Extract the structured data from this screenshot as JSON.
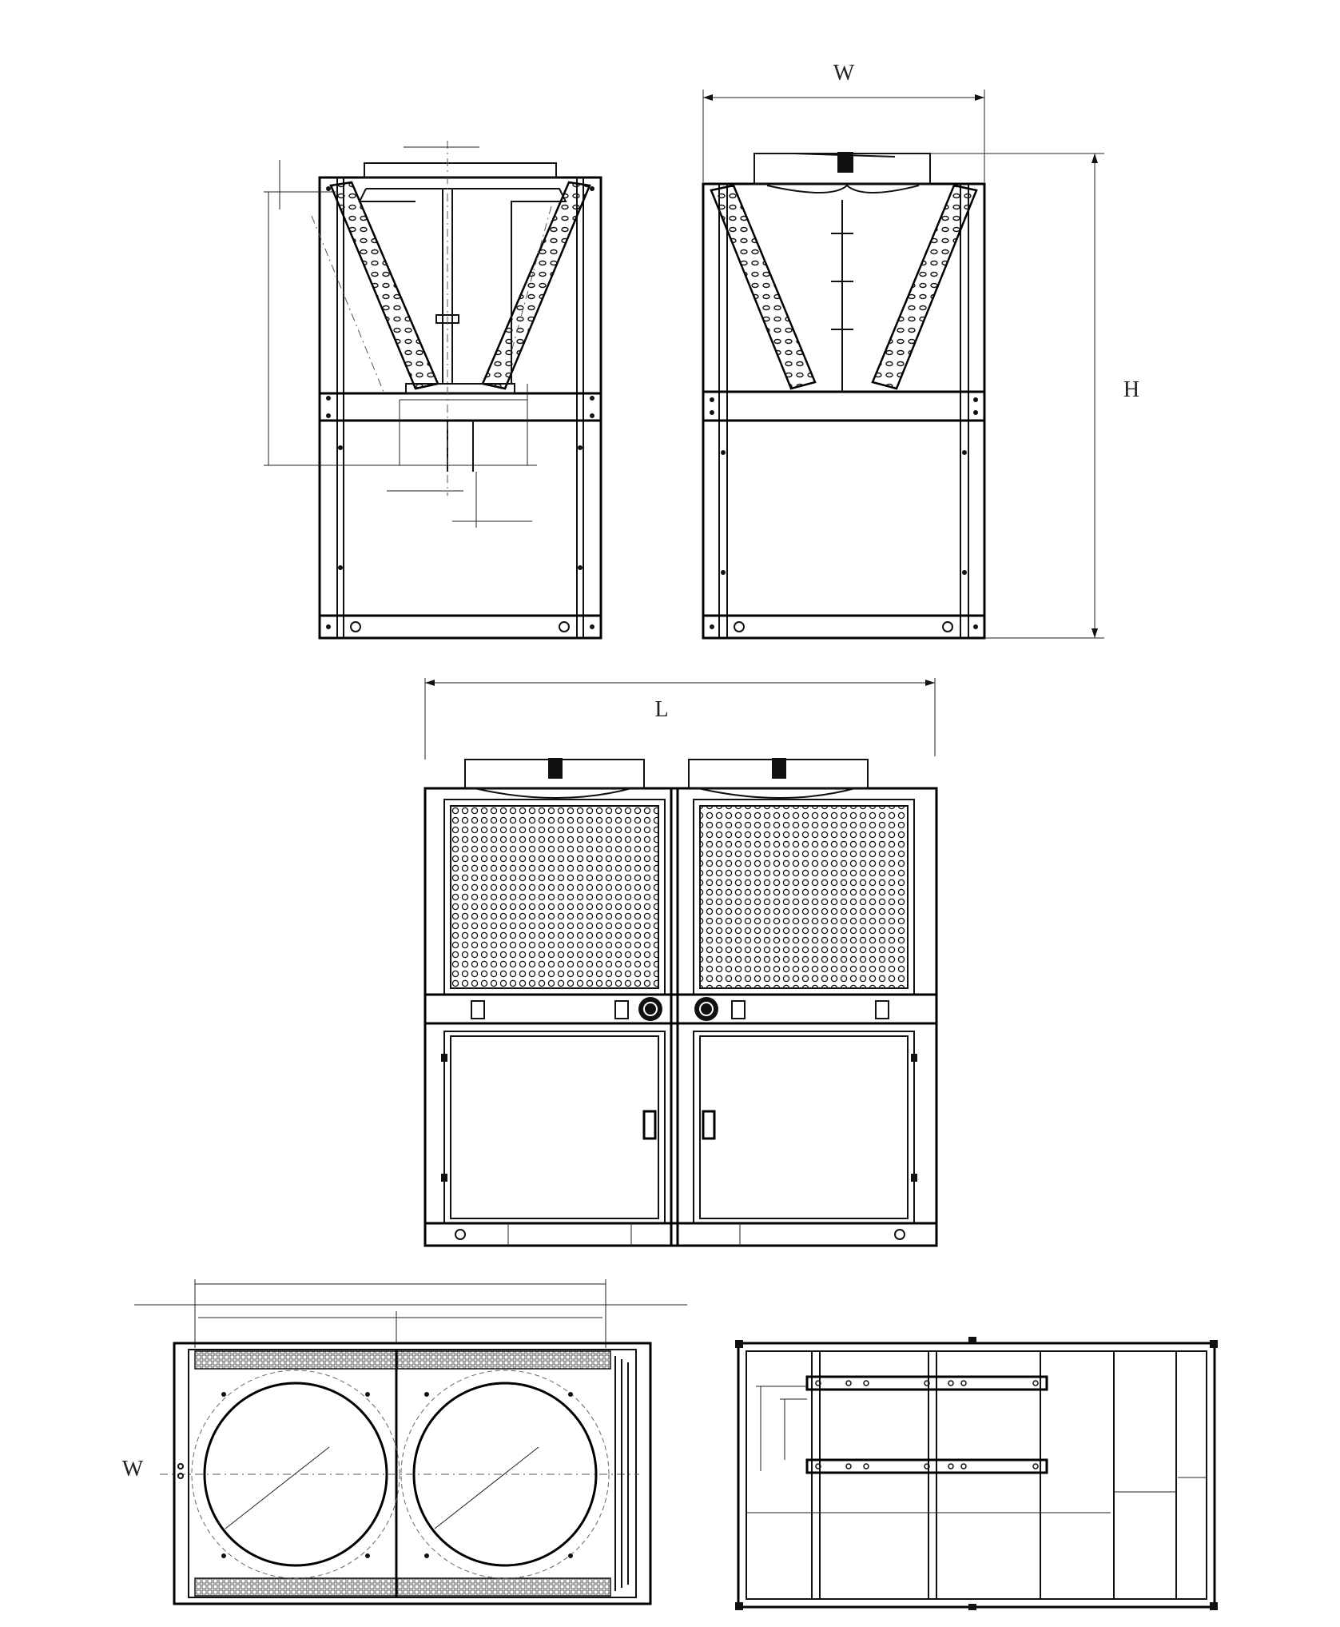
{
  "dimension_labels": {
    "side_view_width": "W",
    "side_view_height": "H",
    "front_view_length": "L",
    "top_view_width": "W"
  },
  "colors": {
    "line": "#111111",
    "background": "#ffffff"
  },
  "views": [
    "end-view-left",
    "end-view-right",
    "front-view",
    "top-view",
    "base-frame-view"
  ]
}
